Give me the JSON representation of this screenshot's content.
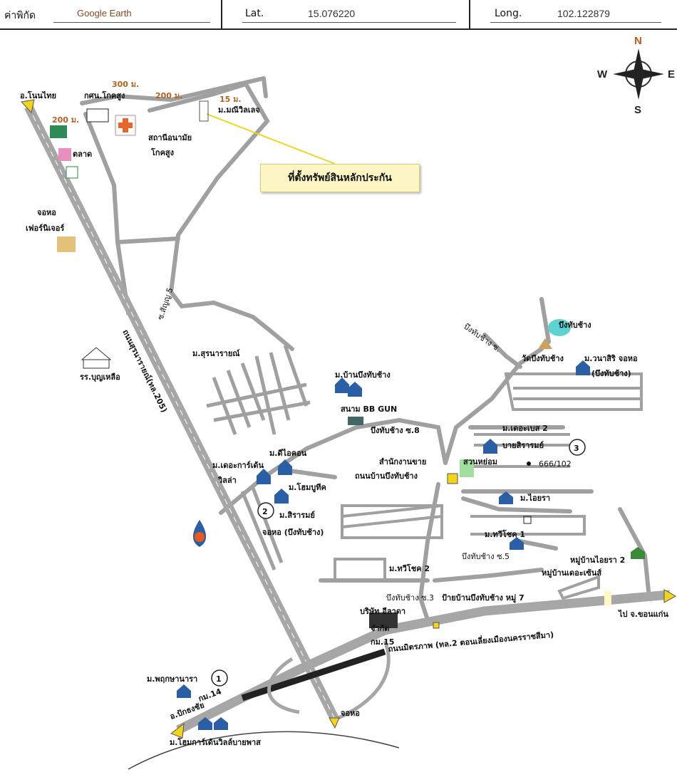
{
  "header": {
    "coord_label": "ค่าพิกัด",
    "coord_source": "Google Earth",
    "lat_label": "Lat.",
    "lat_value": "15.076220",
    "long_label": "Long.",
    "long_value": "102.122879"
  },
  "compass": {
    "n": "N",
    "s": "S",
    "e": "E",
    "w": "W"
  },
  "callout": "ที่ตั้งทรัพย์สินหลักประกัน",
  "labels": {
    "non_thai": "อ.โนนไทย",
    "kok_sung_school": "กศน.โกคสูง",
    "health_station_1": "สถานีอนามัย",
    "health_station_2": "โกคสูง",
    "mani_village": "ม.มณีวิลเลจ",
    "market": "ตลาด",
    "furniture_1": "จอหอ",
    "furniture_2": "เฟอร์นิเจอร์",
    "school": "รร.บุญเหลือ",
    "road_205": "ถนนสุรนารายณ์(ทล.205)",
    "soi_sasan5": "ซ.สัญญ 5",
    "m_suranarai": "ม.สุรนารายณ์",
    "m_ban_bueng": "ม.บ้านบึงทับช้าง",
    "bb_gun": "สนาม BB GUN",
    "bueng_soi8": "บึงทับช้าง ซ.8",
    "m_idol": "ม.ดีไอคอน",
    "m_garden_1": "ม.เดอะการ์เด้น",
    "m_garden_2": "วิลล่า",
    "m_home_boutique": "ม.โฮมบูทีค",
    "m_sirarom_1": "ม.สิรารมย์",
    "m_sirarom_2": "จอหอ (บึงทับช้าง)",
    "sales_office_1": "สำนักงานขาย",
    "sales_office_2": "ถนนบ้านบึงทับช้าง",
    "park": "สวนหย่อม",
    "bueng_tab_chang": "บึงทับช้าง",
    "bueng_soi": "บึงทับช้าง ซ.",
    "temple": "วัดบึงทับช้าง",
    "m_wanasiri_1": "ม.วนาสิริ จอหอ",
    "m_wanasiri_2": "(บึงทับช้าง)",
    "m_the_base": "ม.เดอะเบส 2",
    "m_baisirarom": "บายสิรารมย์",
    "house_no": "666/102",
    "m_aira": "ม.ไอยรา",
    "m_taweechoke1": "ม.ทวีโชค 1",
    "m_taweechoke2": "ม.ทวีโชค 2",
    "bueng_soi5": "บึงทับช้าง ซ.5",
    "bueng_soi3": "บึงทับช้าง ซ.3",
    "sign_village": "ป้ายบ้านบึงทับช้าง หมู่ 7",
    "company_1": "บริษัท อีลาดา",
    "company_2": "จำกัด",
    "km15": "กม.15",
    "m_aira2": "หมู่บ้านไอยรา 2",
    "m_the_sense": "หมู่บ้านเดอะเซ้นส์",
    "to_khonkaen": "ไป จ.ขอนแก่น",
    "road_mittraphap": "ถนนมิตรภาพ (ทล.2 ตอนเลี่ยงเมืองนครราชสีมา)",
    "m_pruksa": "ม.พฤกษานารา",
    "pak_thong_chai": "อ.ปักธงชัย",
    "km14": "กม.14",
    "cho_ho": "จอหอ",
    "m_home_garden": "ม.โฮมการ์เด้นวิลล์บายพาส"
  },
  "distances": {
    "d300": "300 ม.",
    "d200a": "200 ม.",
    "d15": "15 ม.",
    "d200b": "200 ม."
  },
  "markers": {
    "m1": "1",
    "m2": "2",
    "m3": "3"
  },
  "colors": {
    "road": "#9a9a9a",
    "highway": "#a8a8a8",
    "arrow": "#f2d51a",
    "water": "#5fd3d3",
    "callout_bg": "#fbf6c4",
    "accent": "#b0641e"
  }
}
